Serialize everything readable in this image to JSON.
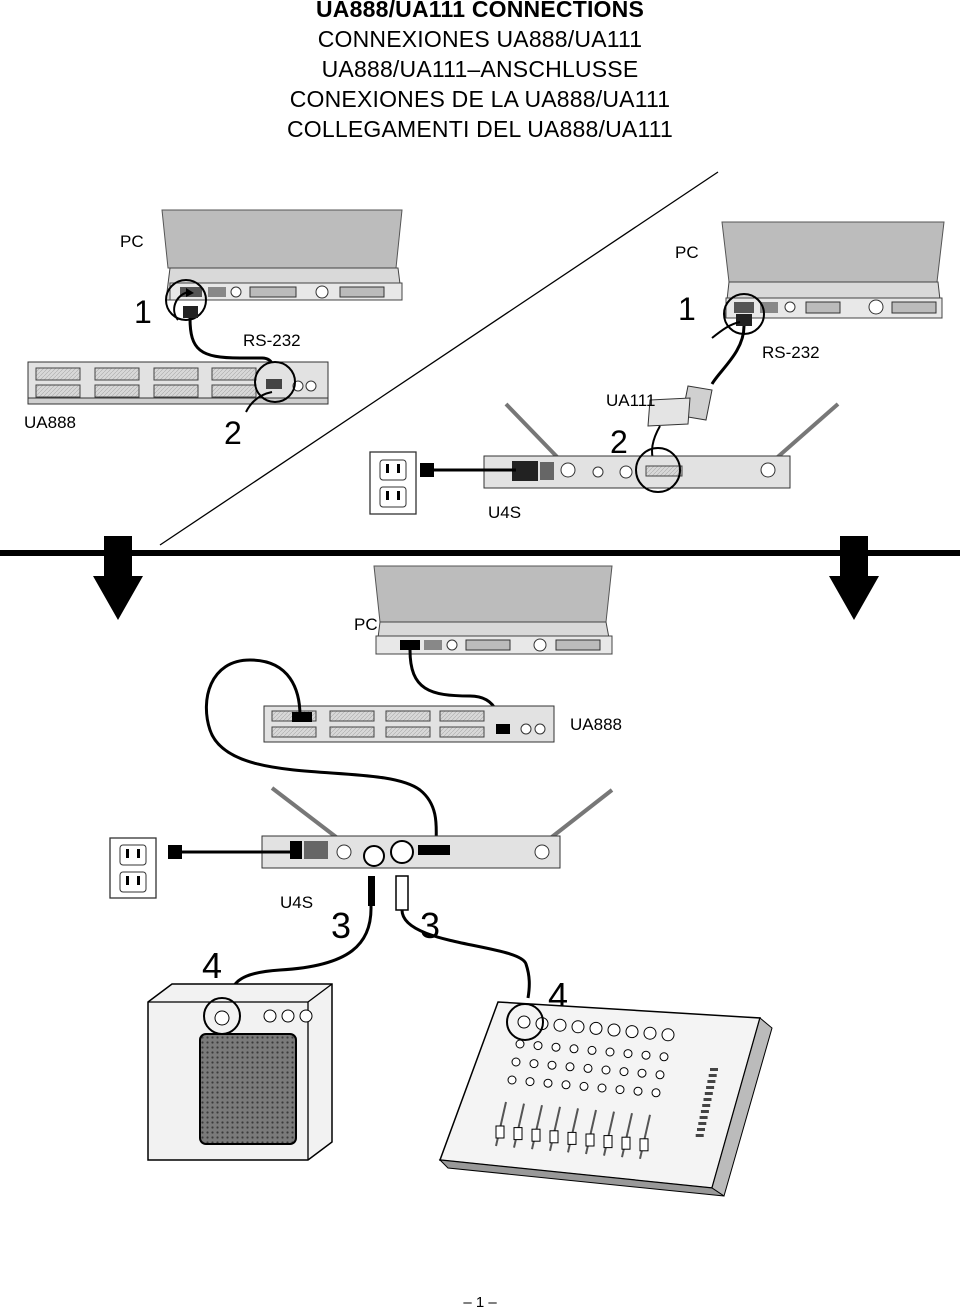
{
  "titles": [
    "UA888/UA111 CONNECTIONS",
    "CONNEXIONES UA888/UA111",
    "UA888/UA111–ANSCHLUSSE",
    "CONEXIONES DE LA UA888/UA111",
    "COLLEGAMENTI DEL UA888/UA111"
  ],
  "top_left": {
    "pc_label": "PC",
    "step1": "1",
    "rs232_label": "RS-232",
    "ua888_label": "UA888",
    "step2": "2"
  },
  "top_right": {
    "pc_label": "PC",
    "step1": "1",
    "rs232_label": "RS-232",
    "ua111_label": "UA111",
    "step2": "2",
    "u4s_label": "U4S"
  },
  "bottom": {
    "pc_label": "PC",
    "ua888_label": "UA888",
    "u4s_label": "U4S",
    "step3_left": "3",
    "step3_right": "3",
    "step4_amp": "4",
    "step4_mixer": "4"
  },
  "page_number": "– 1 –"
}
